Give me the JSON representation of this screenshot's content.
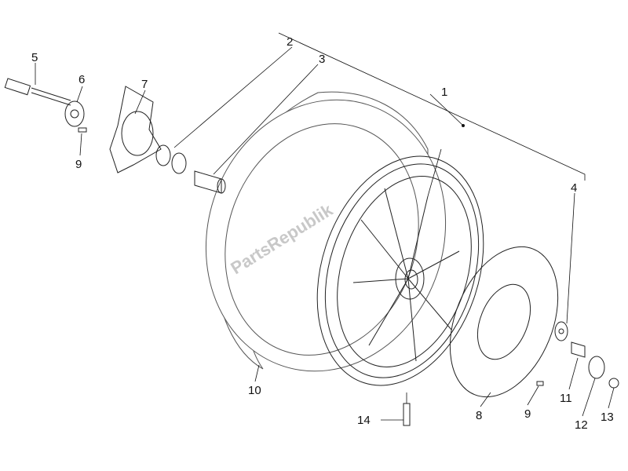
{
  "watermark": "PartsRepublik",
  "callouts": [
    {
      "id": "part-1",
      "label": "1"
    },
    {
      "id": "part-2",
      "label": "2"
    },
    {
      "id": "part-3",
      "label": "3"
    },
    {
      "id": "part-4",
      "label": "4"
    },
    {
      "id": "part-5",
      "label": "5"
    },
    {
      "id": "part-6",
      "label": "6"
    },
    {
      "id": "part-7",
      "label": "7"
    },
    {
      "id": "part-9-left",
      "label": "9"
    },
    {
      "id": "part-10",
      "label": "10"
    },
    {
      "id": "part-14",
      "label": "14"
    },
    {
      "id": "part-8",
      "label": "8"
    },
    {
      "id": "part-9-right",
      "label": "9"
    },
    {
      "id": "part-11",
      "label": "11"
    },
    {
      "id": "part-12",
      "label": "12"
    },
    {
      "id": "part-13",
      "label": "13"
    }
  ]
}
